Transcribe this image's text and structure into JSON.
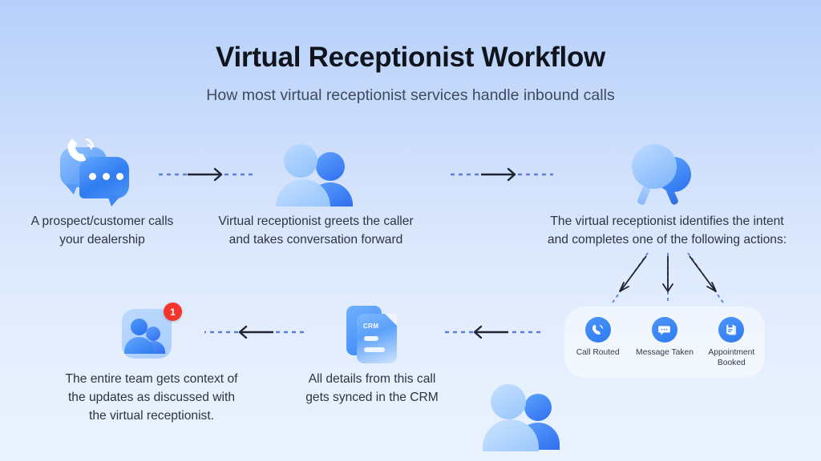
{
  "header": {
    "title": "Virtual Receptionist Workflow",
    "subtitle": "How most virtual receptionist services handle inbound calls"
  },
  "colors": {
    "background_top": "#b7d0fa",
    "background_bottom": "#eaf2fe",
    "title_text": "#10141c",
    "body_text": "#2c3444",
    "accent_blue": "#2f7bf0",
    "icon_blue_light": "#8fc0ff",
    "badge_red": "#f5352b",
    "arrow_dash": "#5b7fd4",
    "arrow_solid": "#1f2430",
    "panel_fill": "rgba(255,255,255,0.50)"
  },
  "steps": [
    {
      "id": "step-1",
      "icon": "phone-chat-bubbles-icon",
      "caption_line1": "A prospect/customer calls",
      "caption_line2": "your dealership"
    },
    {
      "id": "step-2",
      "icon": "two-people-icon",
      "caption_line1": "Virtual receptionist greets the caller",
      "caption_line2": "and takes conversation forward"
    },
    {
      "id": "step-3",
      "icon": "magnifying-glasses-icon",
      "caption_line1": "The virtual receptionist identifies the intent",
      "caption_line2": "and completes one of the following actions:"
    },
    {
      "id": "step-4",
      "icon": "crm-document-icon",
      "caption_line1": "All details from this call",
      "caption_line2": "gets synced in the CRM"
    },
    {
      "id": "step-5",
      "icon": "team-notification-icon",
      "badge_count": "1",
      "caption_line1": "The entire team gets context of",
      "caption_line2": "the updates as discussed with",
      "caption_line3": "the virtual receptionist."
    }
  ],
  "actions": [
    {
      "id": "call-routed",
      "icon": "phone-icon",
      "label_line1": "Call Routed",
      "label_line2": ""
    },
    {
      "id": "message-taken",
      "icon": "message-icon",
      "label_line1": "Message Taken",
      "label_line2": ""
    },
    {
      "id": "appointment-booked",
      "icon": "calendar-icon",
      "label_line1": "Appointment",
      "label_line2": "Booked"
    }
  ],
  "connectors": [
    {
      "id": "connector-1-to-2",
      "direction": "right"
    },
    {
      "id": "connector-2-to-3",
      "direction": "right"
    },
    {
      "id": "connector-3-to-4",
      "direction": "left"
    },
    {
      "id": "connector-4-to-5",
      "direction": "left"
    },
    {
      "id": "branch-left",
      "direction": "down-left"
    },
    {
      "id": "branch-center",
      "direction": "down"
    },
    {
      "id": "branch-right",
      "direction": "down-right"
    }
  ]
}
